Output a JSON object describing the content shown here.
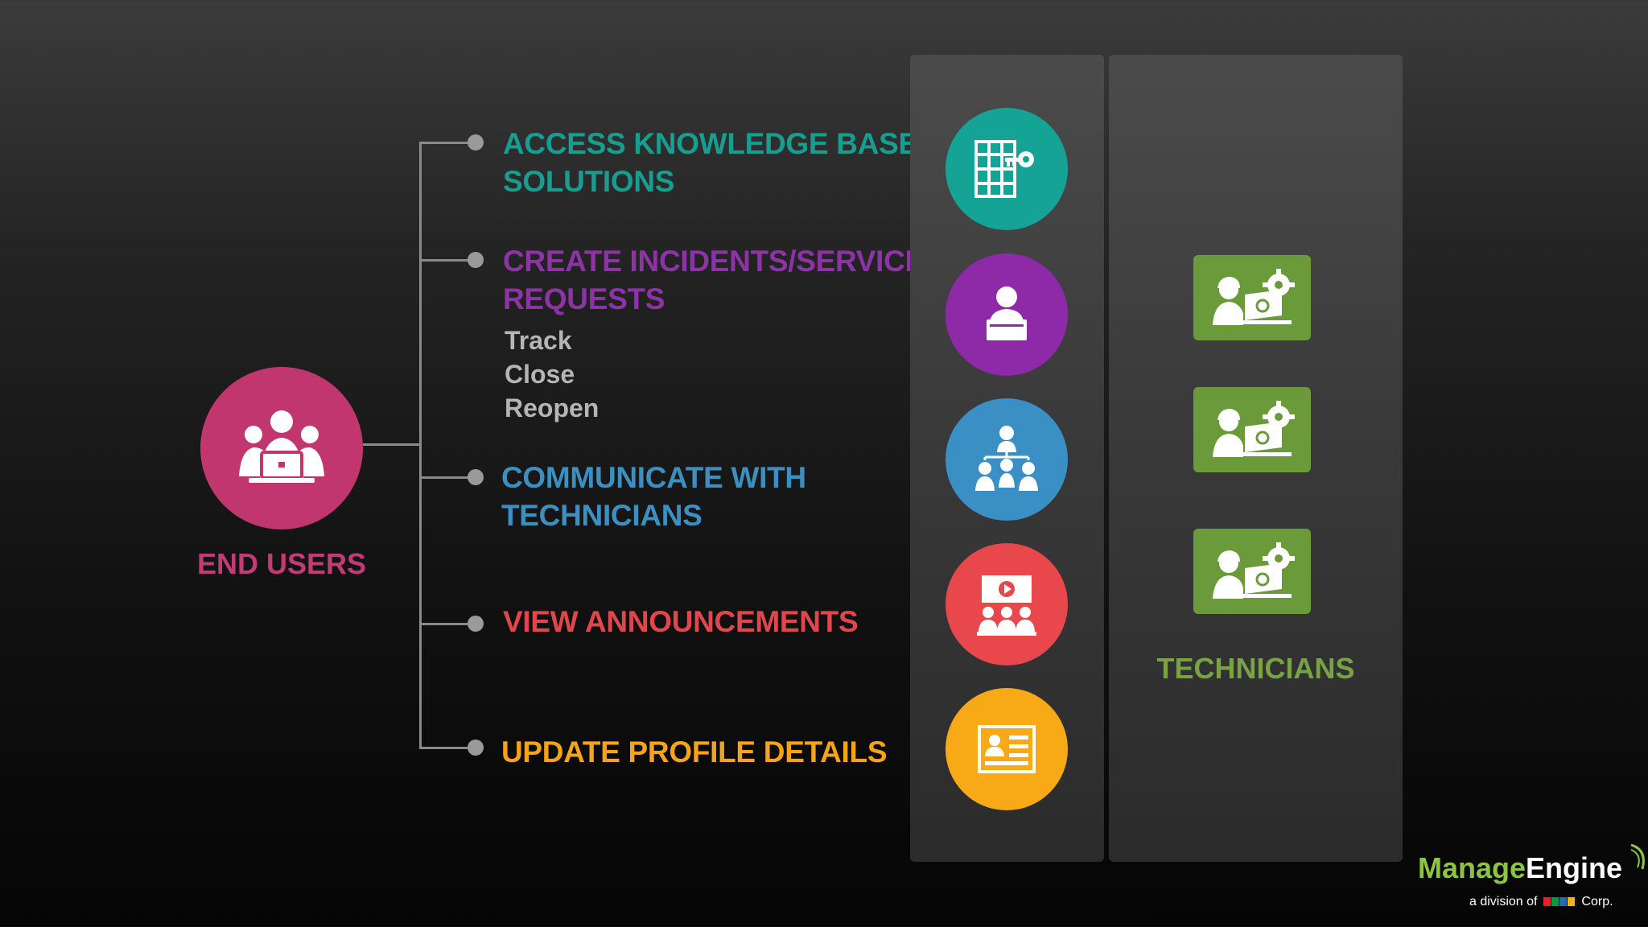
{
  "end_users": {
    "label": "END USERS"
  },
  "features": [
    {
      "title_line1": "ACCESS KNOWLEDGE BASE",
      "title_line2": "SOLUTIONS",
      "color": "#169e91",
      "icon": "knowledge-base-icon",
      "icon_bg": "#14a394"
    },
    {
      "title_line1": "CREATE INCIDENTS/SERVICE",
      "title_line2": "REQUESTS",
      "color": "#8c34a6",
      "icon": "user-request-icon",
      "icon_bg": "#8e2aa8",
      "sub_items": [
        "Track",
        "Close",
        "Reopen"
      ]
    },
    {
      "title_line1": "COMMUNICATE WITH",
      "title_line2": "TECHNICIANS",
      "color": "#3c8fc0",
      "icon": "team-communication-icon",
      "icon_bg": "#3a8fc4"
    },
    {
      "title_line1": "VIEW ANNOUNCEMENTS",
      "title_line2": "",
      "color": "#e0474c",
      "icon": "announcement-presentation-icon",
      "icon_bg": "#e8474b"
    },
    {
      "title_line1": "UPDATE PROFILE DETAILS",
      "title_line2": "",
      "color": "#f5a317",
      "icon": "profile-card-icon",
      "icon_bg": "#f8a916"
    }
  ],
  "technicians": {
    "label": "TECHNICIANS",
    "icon": "technician-icon",
    "icon_bg": "#6b9a3a",
    "count": 3
  },
  "logo": {
    "brand_part1": "Manage",
    "brand_part2": "Engine",
    "tagline_prefix": "a division of",
    "tagline_brand": "ZOHO",
    "tagline_suffix": "Corp."
  }
}
